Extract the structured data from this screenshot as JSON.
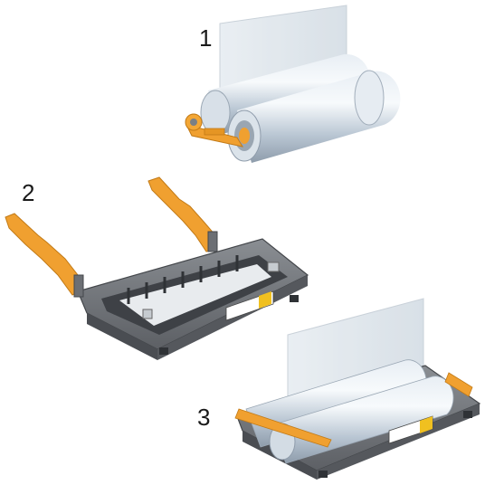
{
  "steps": [
    {
      "number": "1"
    },
    {
      "number": "2"
    },
    {
      "number": "3"
    }
  ],
  "colors": {
    "orange": "#f0a030",
    "tray": "#6c6f74",
    "film": "#c9d6e2"
  }
}
